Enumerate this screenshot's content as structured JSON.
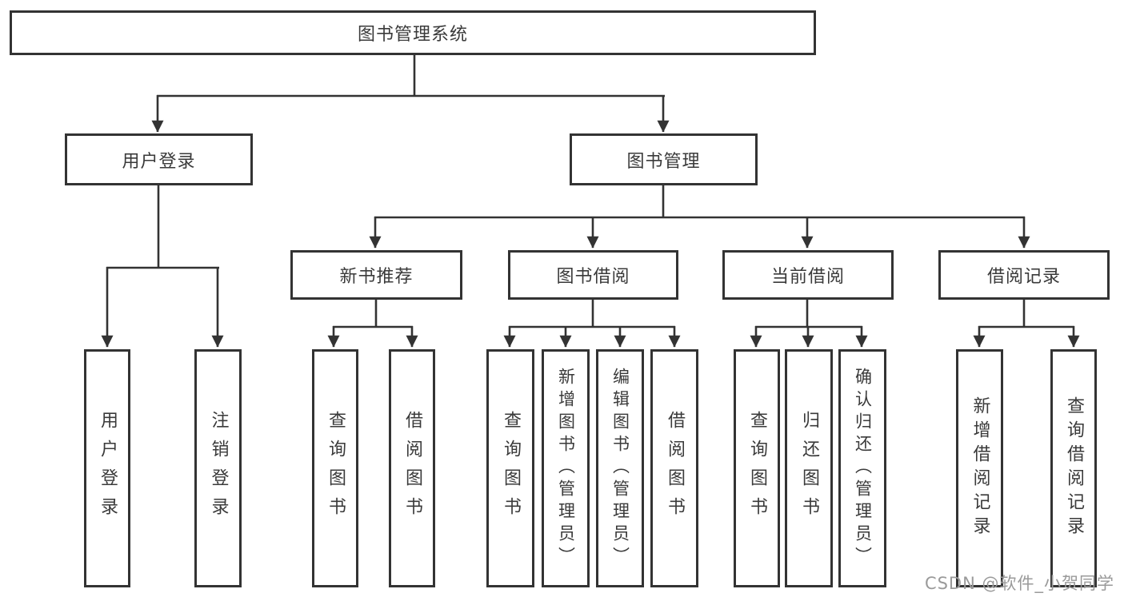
{
  "diagram": {
    "type": "hierarchy",
    "colors": {
      "line": "#333333",
      "box_border": "#333333",
      "box_fill": "#ffffff",
      "text": "#3a3a3a",
      "watermark": "#9a9a9a"
    },
    "tree": {
      "label": "图书管理系统",
      "children": [
        {
          "label": "用户登录",
          "children": [
            {
              "label": "用户登录"
            },
            {
              "label": "注销登录"
            }
          ]
        },
        {
          "label": "图书管理",
          "children": [
            {
              "label": "新书推荐",
              "children": [
                {
                  "label": "查询图书"
                },
                {
                  "label": "借阅图书"
                }
              ]
            },
            {
              "label": "图书借阅",
              "children": [
                {
                  "label": "查询图书"
                },
                {
                  "label": "新增图书（管理员）"
                },
                {
                  "label": "编辑图书（管理员）"
                },
                {
                  "label": "借阅图书"
                }
              ]
            },
            {
              "label": "当前借阅",
              "children": [
                {
                  "label": "查询图书"
                },
                {
                  "label": "归还图书"
                },
                {
                  "label": "确认归还（管理员）"
                }
              ]
            },
            {
              "label": "借阅记录",
              "children": [
                {
                  "label": "新增借阅记录"
                },
                {
                  "label": "查询借阅记录"
                }
              ]
            }
          ]
        }
      ]
    }
  },
  "watermark": {
    "text": "CSDN @软件_小贺同学"
  }
}
